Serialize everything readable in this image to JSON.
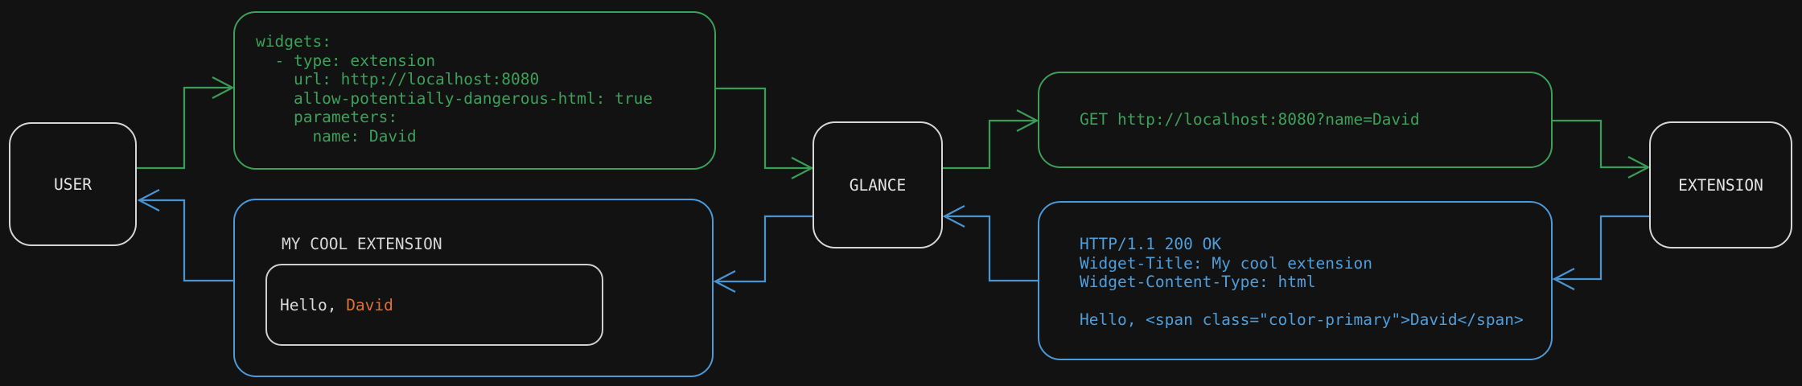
{
  "colors": {
    "background": "#121212",
    "green": "#3da05a",
    "blue": "#4c9ad8",
    "orange": "#dd7138",
    "node_border": "#d6d6d6",
    "light_text": "#e4e4e4"
  },
  "nodes": {
    "user": {
      "label": "USER"
    },
    "glance": {
      "label": "GLANCE"
    },
    "extension": {
      "label": "EXTENSION"
    }
  },
  "boxes": {
    "config": {
      "lines": [
        "widgets:",
        "  - type: extension",
        "    url: http://localhost:8080",
        "    allow-potentially-dangerous-html: true",
        "    parameters:",
        "      name: David"
      ]
    },
    "request": {
      "text": "GET http://localhost:8080?name=David"
    },
    "response": {
      "lines": [
        "HTTP/1.1 200 OK",
        "Widget-Title: My cool extension",
        "Widget-Content-Type: html",
        "",
        "Hello, <span class=\"color-primary\">David</span>"
      ]
    },
    "widget": {
      "title": "MY COOL EXTENSION",
      "greeting": {
        "prefix": "Hello, ",
        "name": "David"
      }
    }
  }
}
